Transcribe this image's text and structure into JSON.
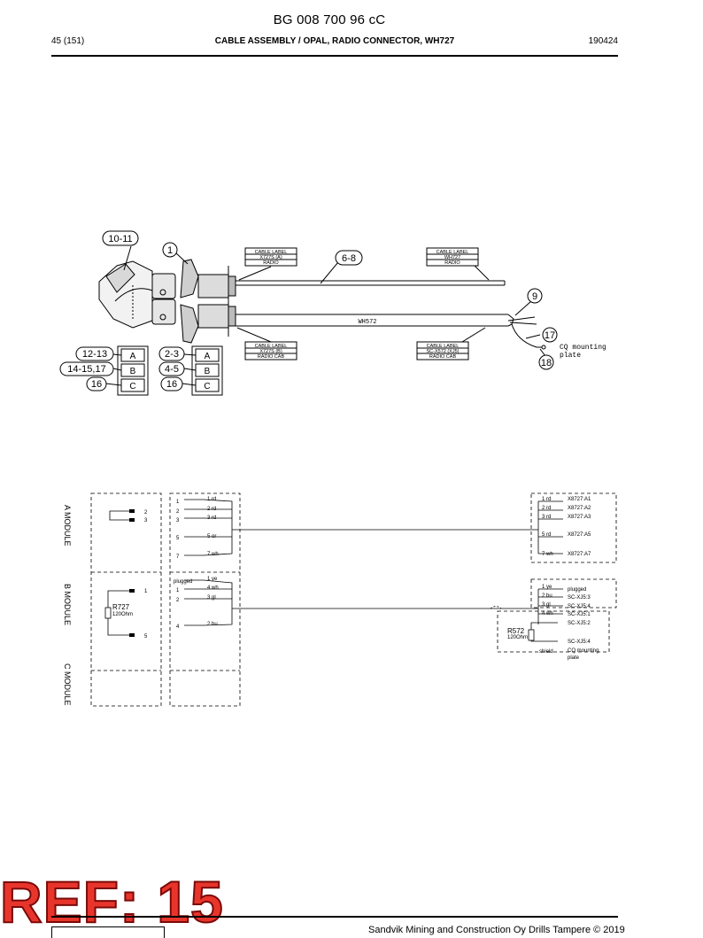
{
  "header": {
    "doc_id": "BG 008 700 96 cC",
    "page": "45 (151)",
    "title": "CABLE ASSEMBLY / OPAL, RADIO CONNECTOR, WH727",
    "date": "190424"
  },
  "assembly": {
    "callouts": [
      "10-11",
      "1",
      "6-8",
      "9",
      "17",
      "18",
      "12-13",
      "14-15,17",
      "16",
      "2-3",
      "4-5",
      "16"
    ],
    "cable_label_title": "CABLE LABEL",
    "label_left_top": [
      "X727S (A)",
      "RADIO"
    ],
    "label_right_top": [
      "WH727",
      "RADIO"
    ],
    "label_left_bottom": [
      "X727S (B)",
      "RADIO CAB"
    ],
    "label_right_bottom": [
      "SC-X572 (XJ5)",
      "RADIO CAB"
    ],
    "cable_name": "WH572",
    "mounting_note": [
      "CQ mounting",
      "plate"
    ],
    "cells_left": [
      "A",
      "B",
      "C"
    ],
    "cells_right": [
      "A",
      "B",
      "C"
    ]
  },
  "schematic": {
    "modules": [
      "A MODULE",
      "B MODULE",
      "C MODULE"
    ],
    "a_left_pins": [
      "1",
      "2",
      "3",
      "5",
      "7"
    ],
    "a_wires": [
      "1 rd",
      "2 rd",
      "3 rd",
      "5 or",
      "7 wh"
    ],
    "a_right_wires": [
      "1 rd",
      "2 rd",
      "3 rd",
      "5 rd",
      "7 wh"
    ],
    "a_right_targets": [
      "X8727:A1",
      "X8727:A2",
      "X8727:A3",
      "X8727:A5",
      "X8727:A7"
    ],
    "a_contact_pins": [
      "2",
      "3"
    ],
    "b_plugged": "plugged",
    "b_left_pins": [
      "1",
      "2",
      "4"
    ],
    "b_wires": [
      "1 ye",
      "4 wh",
      "3 gl",
      "2 bu"
    ],
    "b_right_wires": [
      "1 ye",
      "2 bu",
      "3 gl",
      "4 wh"
    ],
    "b_right_plugged": "plugged",
    "b_right_targets": [
      "SC-XJ5:3",
      "SC-XJ5:4",
      "SC-XJ5:1",
      "SC-XJ5:2",
      "SC-XJ5:4"
    ],
    "b_contact_pins": [
      "1",
      "5"
    ],
    "resistor_left": [
      "R727",
      "120Ohm"
    ],
    "resistor_right": [
      "R572",
      "120Ohm"
    ],
    "shield": "shield",
    "mounting_note": [
      "CQ mounting",
      "plate"
    ]
  },
  "stamp": "REF: 15",
  "footer": {
    "copyright": "Sandvik Mining and Construction Oy Drills Tampere © 2019"
  }
}
